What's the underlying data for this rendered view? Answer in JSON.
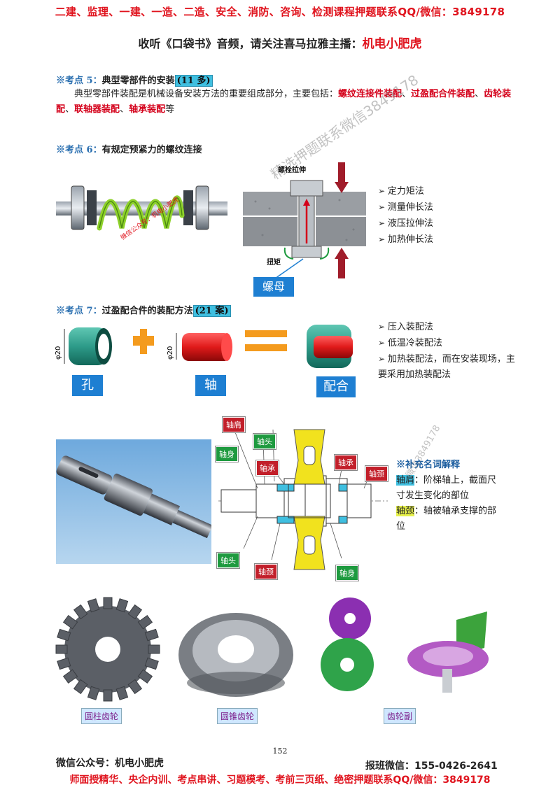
{
  "header": {
    "promo": "二建、监理、一建、一造、二造、安全、消防、咨询、检测课程押题联系QQ/微信：3849178",
    "listen": "收听《口袋书》音频，请关注喜马拉雅主播：",
    "anchor": "机电小肥虎"
  },
  "kp5": {
    "prefix": "※考点 5：",
    "title": "典型零部件的安装",
    "badge": "(11 多)",
    "text1": "典型零部件装配是机械设备安装方法的重要组成部分，主要包括：",
    "hot1": "螺纹连接件装配",
    "sep1": "、",
    "hot2": "过盈配合件装配",
    "sep2": "、",
    "hot3": "齿轮装配",
    "sep3": "、",
    "hot4": "联轴器装配",
    "sep4": "、",
    "hot5": "轴承装配",
    "tail": "等"
  },
  "kp6": {
    "prefix": "※考点 6：",
    "title": "有规定预紧力的螺纹连接",
    "spring_note": "微信公众号：机电小肥虎",
    "bolt_label": "螺栓拉伸",
    "torque_label": "扭矩",
    "nut_label": "螺母",
    "methods": [
      "定力矩法",
      "测量伸长法",
      "液压拉伸法",
      "加热伸长法"
    ]
  },
  "kp7": {
    "prefix": "※考点 7：",
    "title": "过盈配合件的装配方法",
    "badge": "(21 案)",
    "dim1": "φ20",
    "dim2": "φ20",
    "hole": "孔",
    "shaft": "轴",
    "fit": "配合",
    "methods": [
      "压入装配法",
      "低温冷装配法",
      "加热装配法，而在安装现场，主要采用加热装配法"
    ]
  },
  "shaft_diagram": {
    "tags": {
      "shoulder": "轴肩",
      "head_top": "轴头",
      "body_left": "轴身",
      "bearing_left": "轴承",
      "bearing_right": "轴承",
      "journal_right": "轴颈",
      "head_bottom": "轴头",
      "journal_bottom": "轴颈",
      "body_bottom": "轴身"
    },
    "note_title": "※补充名词解释",
    "term1": "轴肩",
    "def1": "：阶梯轴上，截面尺寸发生变化的部位",
    "term2": "轴颈",
    "def2": "：轴被轴承支撑的部位"
  },
  "gears": {
    "spur": "圆柱齿轮",
    "bevel": "圆锥齿轮",
    "pair": "齿轮副"
  },
  "page_number": "152",
  "footer": {
    "wechat": "微信公众号：机电小肥虎",
    "class": "报班微信：155-0426-2641",
    "promo": "师面授精华、央企内训、考点串讲、习题模考、考前三页纸、绝密押题联系QQ/微信：3849178"
  },
  "watermark": {
    "text": "精选押题联系微信3849178",
    "text2": "微信3849178"
  }
}
